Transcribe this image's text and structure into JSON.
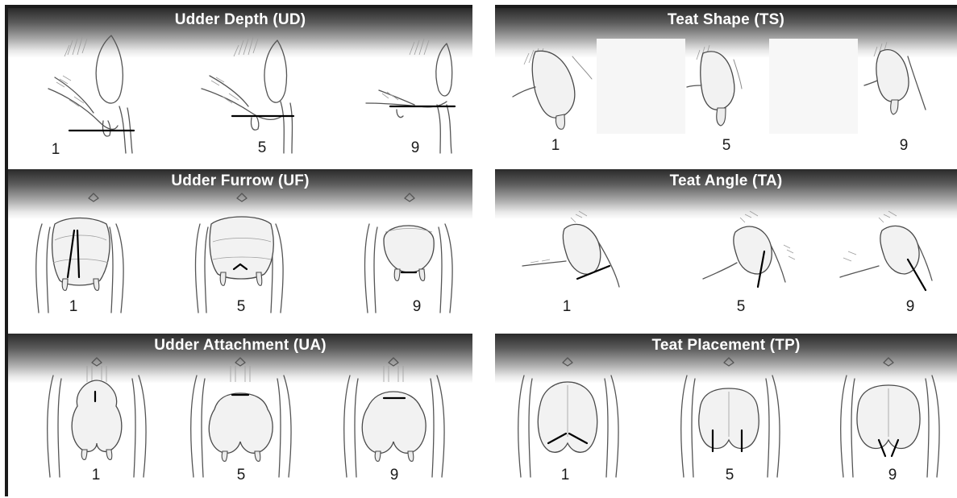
{
  "panels": [
    {
      "title": "Udder Depth (UD)",
      "scores": [
        "1",
        "5",
        "9"
      ]
    },
    {
      "title": "Teat Shape (TS)",
      "scores": [
        "1",
        "5",
        "9"
      ]
    },
    {
      "title": "Udder Furrow (UF)",
      "scores": [
        "1",
        "5",
        "9"
      ]
    },
    {
      "title": "Teat Angle (TA)",
      "scores": [
        "1",
        "5",
        "9"
      ]
    },
    {
      "title": "Udder Attachment (UA)",
      "scores": [
        "1",
        "5",
        "9"
      ]
    },
    {
      "title": "Teat Placement (TP)",
      "scores": [
        "1",
        "5",
        "9"
      ]
    }
  ]
}
